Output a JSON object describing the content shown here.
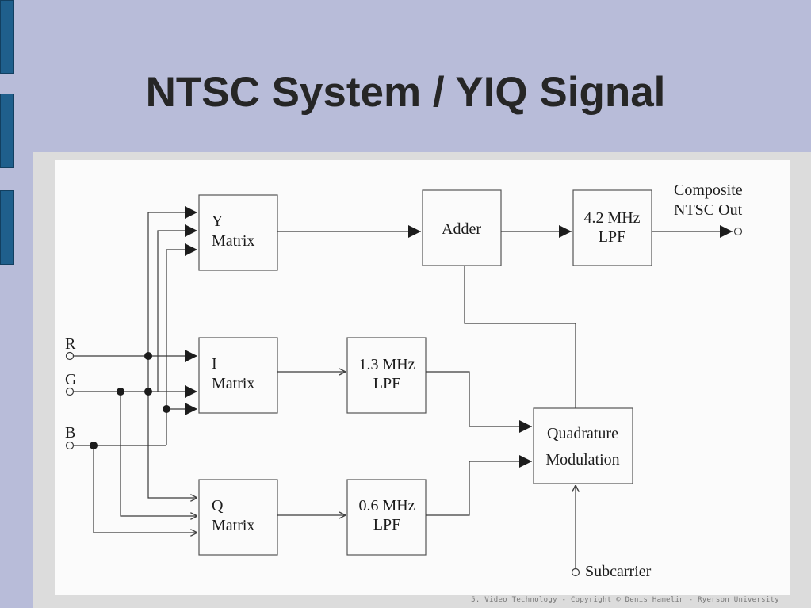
{
  "slide": {
    "title": "NTSC System / YIQ Signal",
    "footer": "5. Video Technology - Copyright © Denis Hamelin - Ryerson University"
  },
  "diagram": {
    "inputs": {
      "r": "R",
      "g": "G",
      "b": "B"
    },
    "blocks": {
      "y_matrix": [
        "Y",
        "Matrix"
      ],
      "i_matrix": [
        "I",
        "Matrix"
      ],
      "q_matrix": [
        "Q",
        "Matrix"
      ],
      "adder": "Adder",
      "lpf_42": [
        "4.2 MHz",
        "LPF"
      ],
      "lpf_13": [
        "1.3 MHz",
        "LPF"
      ],
      "lpf_06": [
        "0.6 MHz",
        "LPF"
      ],
      "quad_mod": [
        "Quadrature",
        "Modulation"
      ]
    },
    "output_label": [
      "Composite",
      "NTSC Out"
    ],
    "subcarrier_label": "Subcarrier"
  },
  "colors": {
    "background": "#b8bcd9",
    "side_bars": "#1f5f8c",
    "figure_bg": "#fbfbfb",
    "line": "#3a3a3a"
  }
}
